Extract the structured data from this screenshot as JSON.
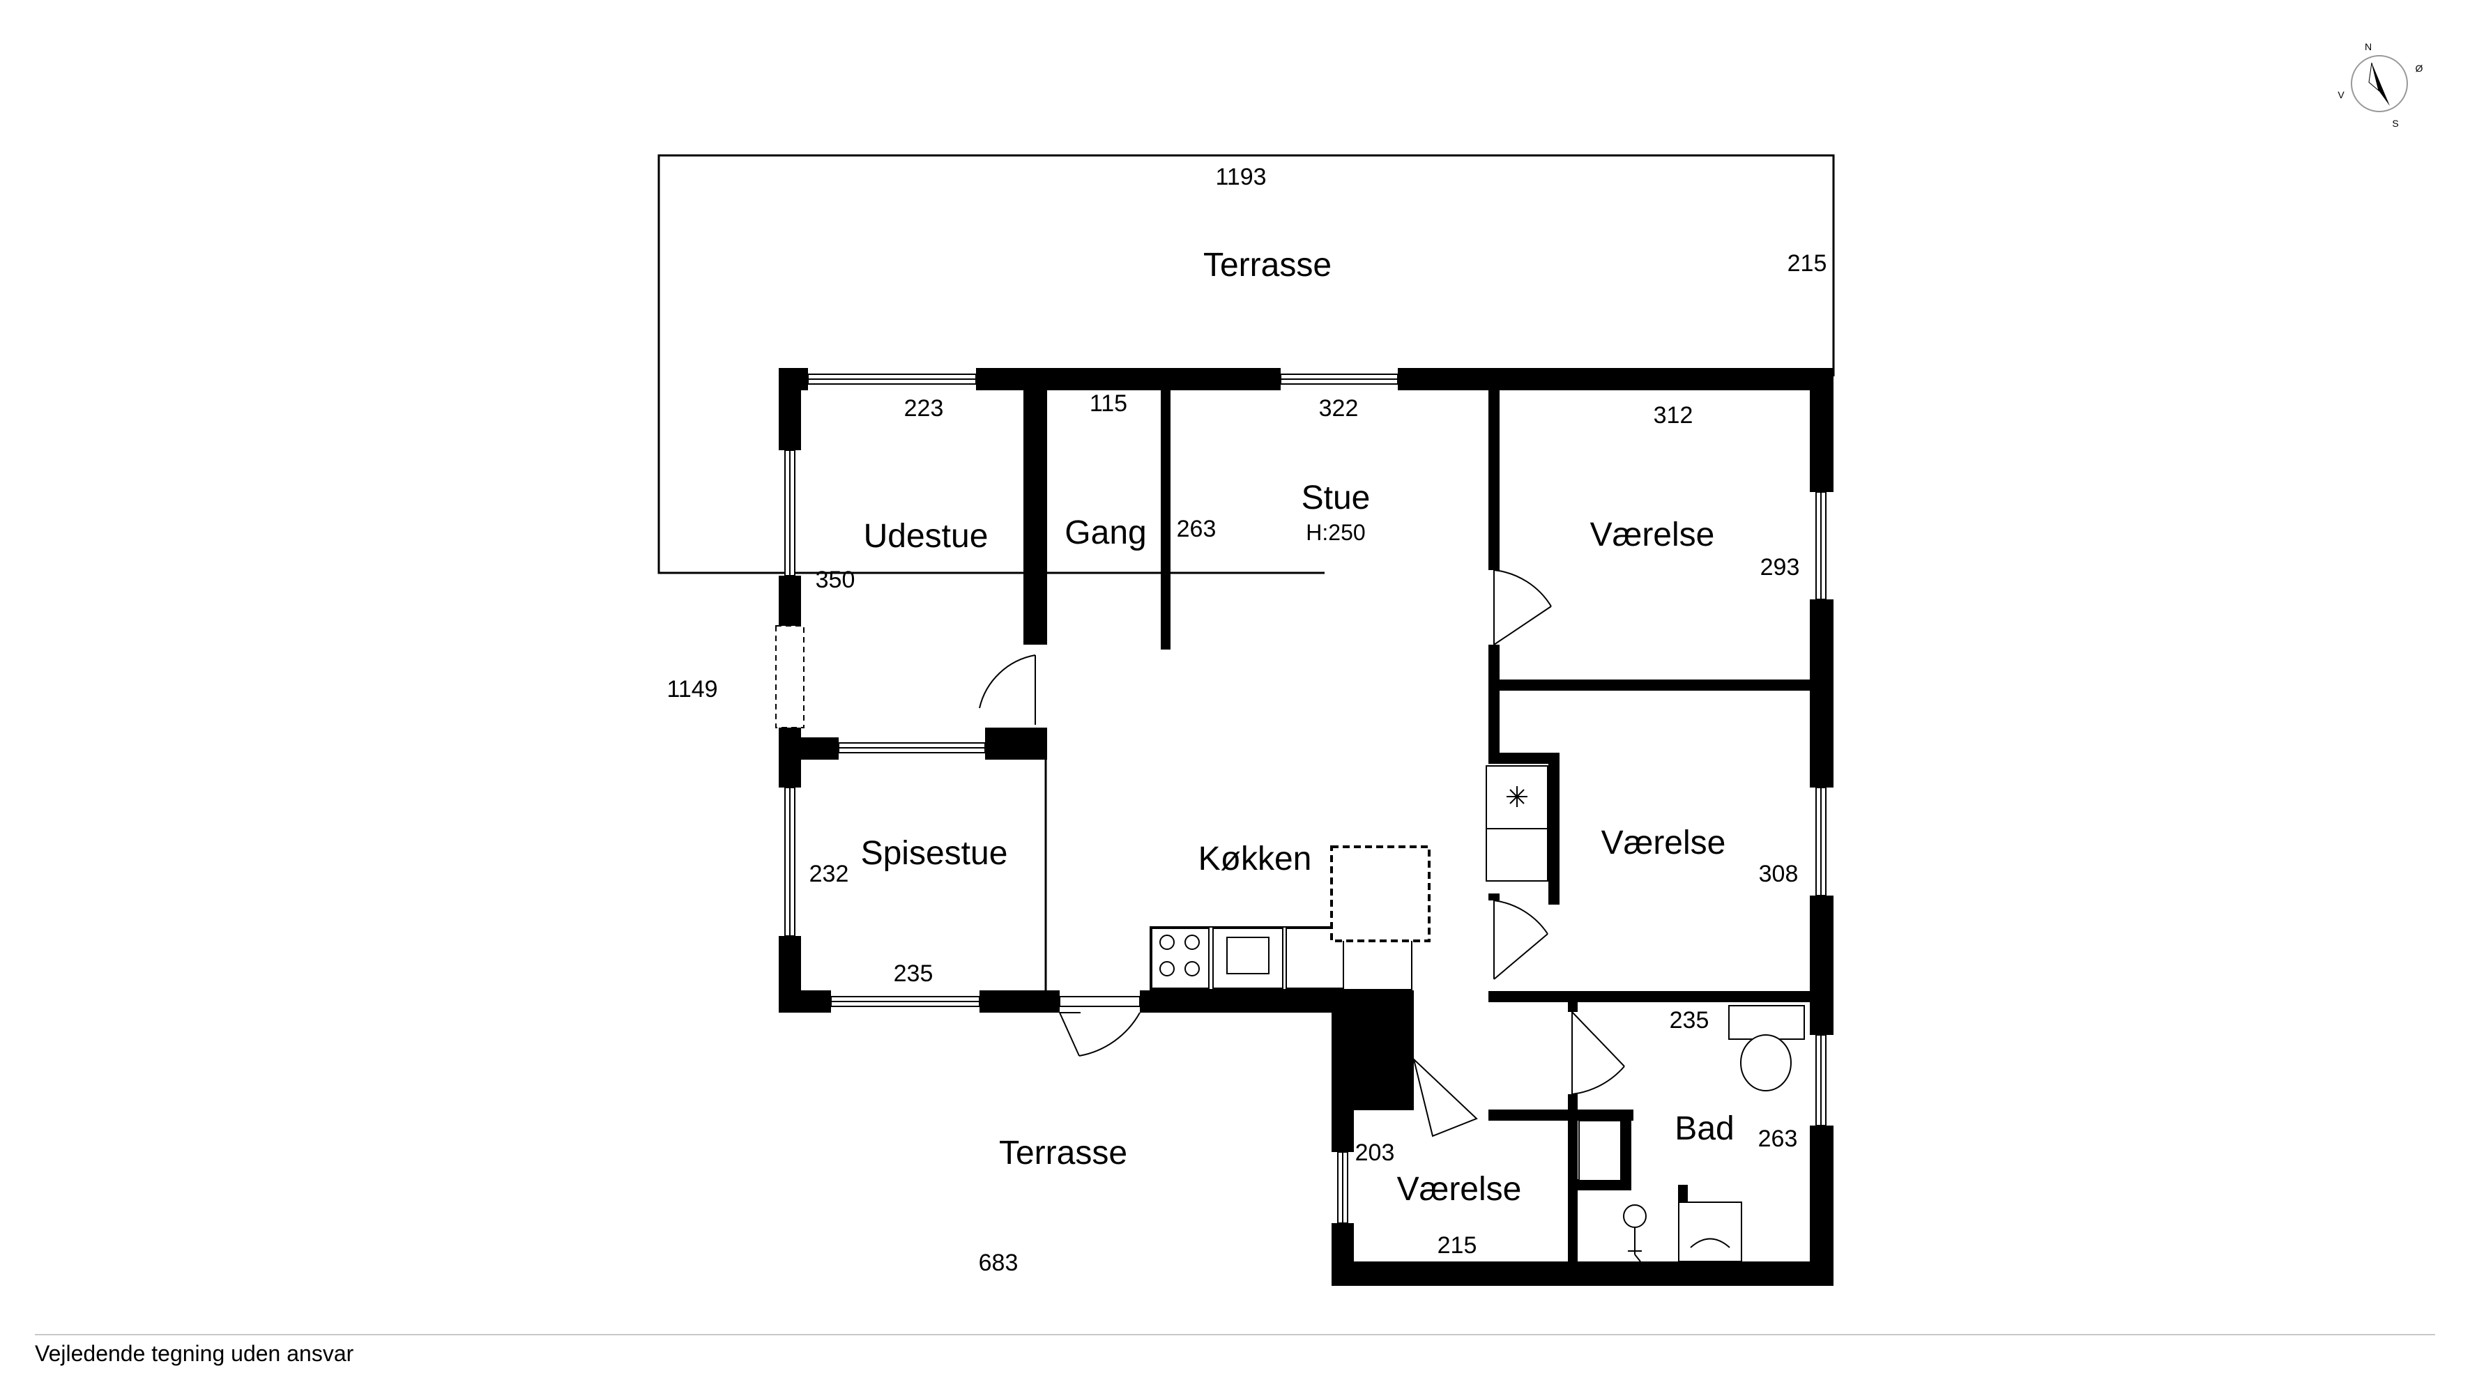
{
  "rooms": {
    "terrasse_top": "Terrasse",
    "terrasse_bottom": "Terrasse",
    "udestue": "Udestue",
    "gang": "Gang",
    "stue": "Stue",
    "stue_height": "H:250",
    "vaerelse_1": "Værelse",
    "vaerelse_2": "Værelse",
    "vaerelse_3": "Værelse",
    "spisestue": "Spisestue",
    "koekken": "Køkken",
    "bad": "Bad"
  },
  "dimensions": {
    "top_width": "1193",
    "top_depth": "215",
    "left_height": "1149",
    "udestue_width": "223",
    "udestue_height": "350",
    "gang_width": "115",
    "gang_height": "263",
    "stue_width": "322",
    "vaerelse1_width": "312",
    "vaerelse1_height": "293",
    "vaerelse2_height": "308",
    "spisestue_height": "232",
    "spisestue_width": "235",
    "bad_width": "235",
    "bad_height": "263",
    "vaerelse3_height": "203",
    "vaerelse3_width": "215",
    "bottom_width": "683"
  },
  "compass": {
    "north": "N",
    "east": "Ø",
    "south": "S",
    "west": "V"
  },
  "footer": {
    "disclaimer": "Vejledende tegning uden ansvar"
  }
}
